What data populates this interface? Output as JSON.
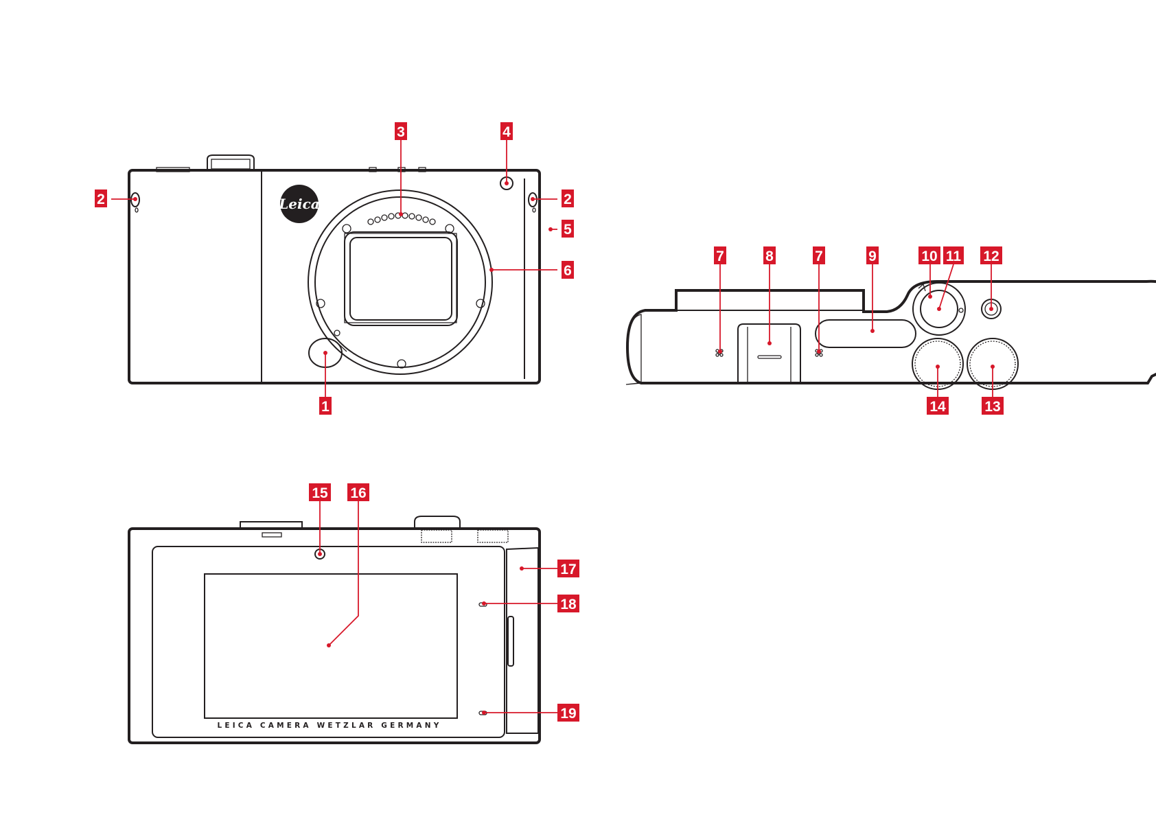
{
  "front_view": {
    "logo_text": "Leica",
    "callouts": [
      {
        "id": "front-1",
        "label": "1"
      },
      {
        "id": "front-2-left",
        "label": "2"
      },
      {
        "id": "front-2-right",
        "label": "2"
      },
      {
        "id": "front-3",
        "label": "3"
      },
      {
        "id": "front-4",
        "label": "4"
      },
      {
        "id": "front-5",
        "label": "5"
      },
      {
        "id": "front-6",
        "label": "6"
      }
    ]
  },
  "top_view": {
    "callouts": [
      {
        "id": "top-7-left",
        "label": "7"
      },
      {
        "id": "top-8",
        "label": "8"
      },
      {
        "id": "top-7-right",
        "label": "7"
      },
      {
        "id": "top-9",
        "label": "9"
      },
      {
        "id": "top-10",
        "label": "10"
      },
      {
        "id": "top-11",
        "label": "11"
      },
      {
        "id": "top-12",
        "label": "12"
      },
      {
        "id": "top-14",
        "label": "14"
      },
      {
        "id": "top-13",
        "label": "13"
      }
    ]
  },
  "back_view": {
    "brand_text": "LEICA CAMERA WETZLAR GERMANY",
    "callouts": [
      {
        "id": "back-15",
        "label": "15"
      },
      {
        "id": "back-16",
        "label": "16"
      },
      {
        "id": "back-17",
        "label": "17"
      },
      {
        "id": "back-18",
        "label": "18"
      },
      {
        "id": "back-19",
        "label": "19"
      }
    ]
  },
  "colors": {
    "accent": "#d7182a",
    "outline": "#231f20",
    "background": "#ffffff"
  }
}
